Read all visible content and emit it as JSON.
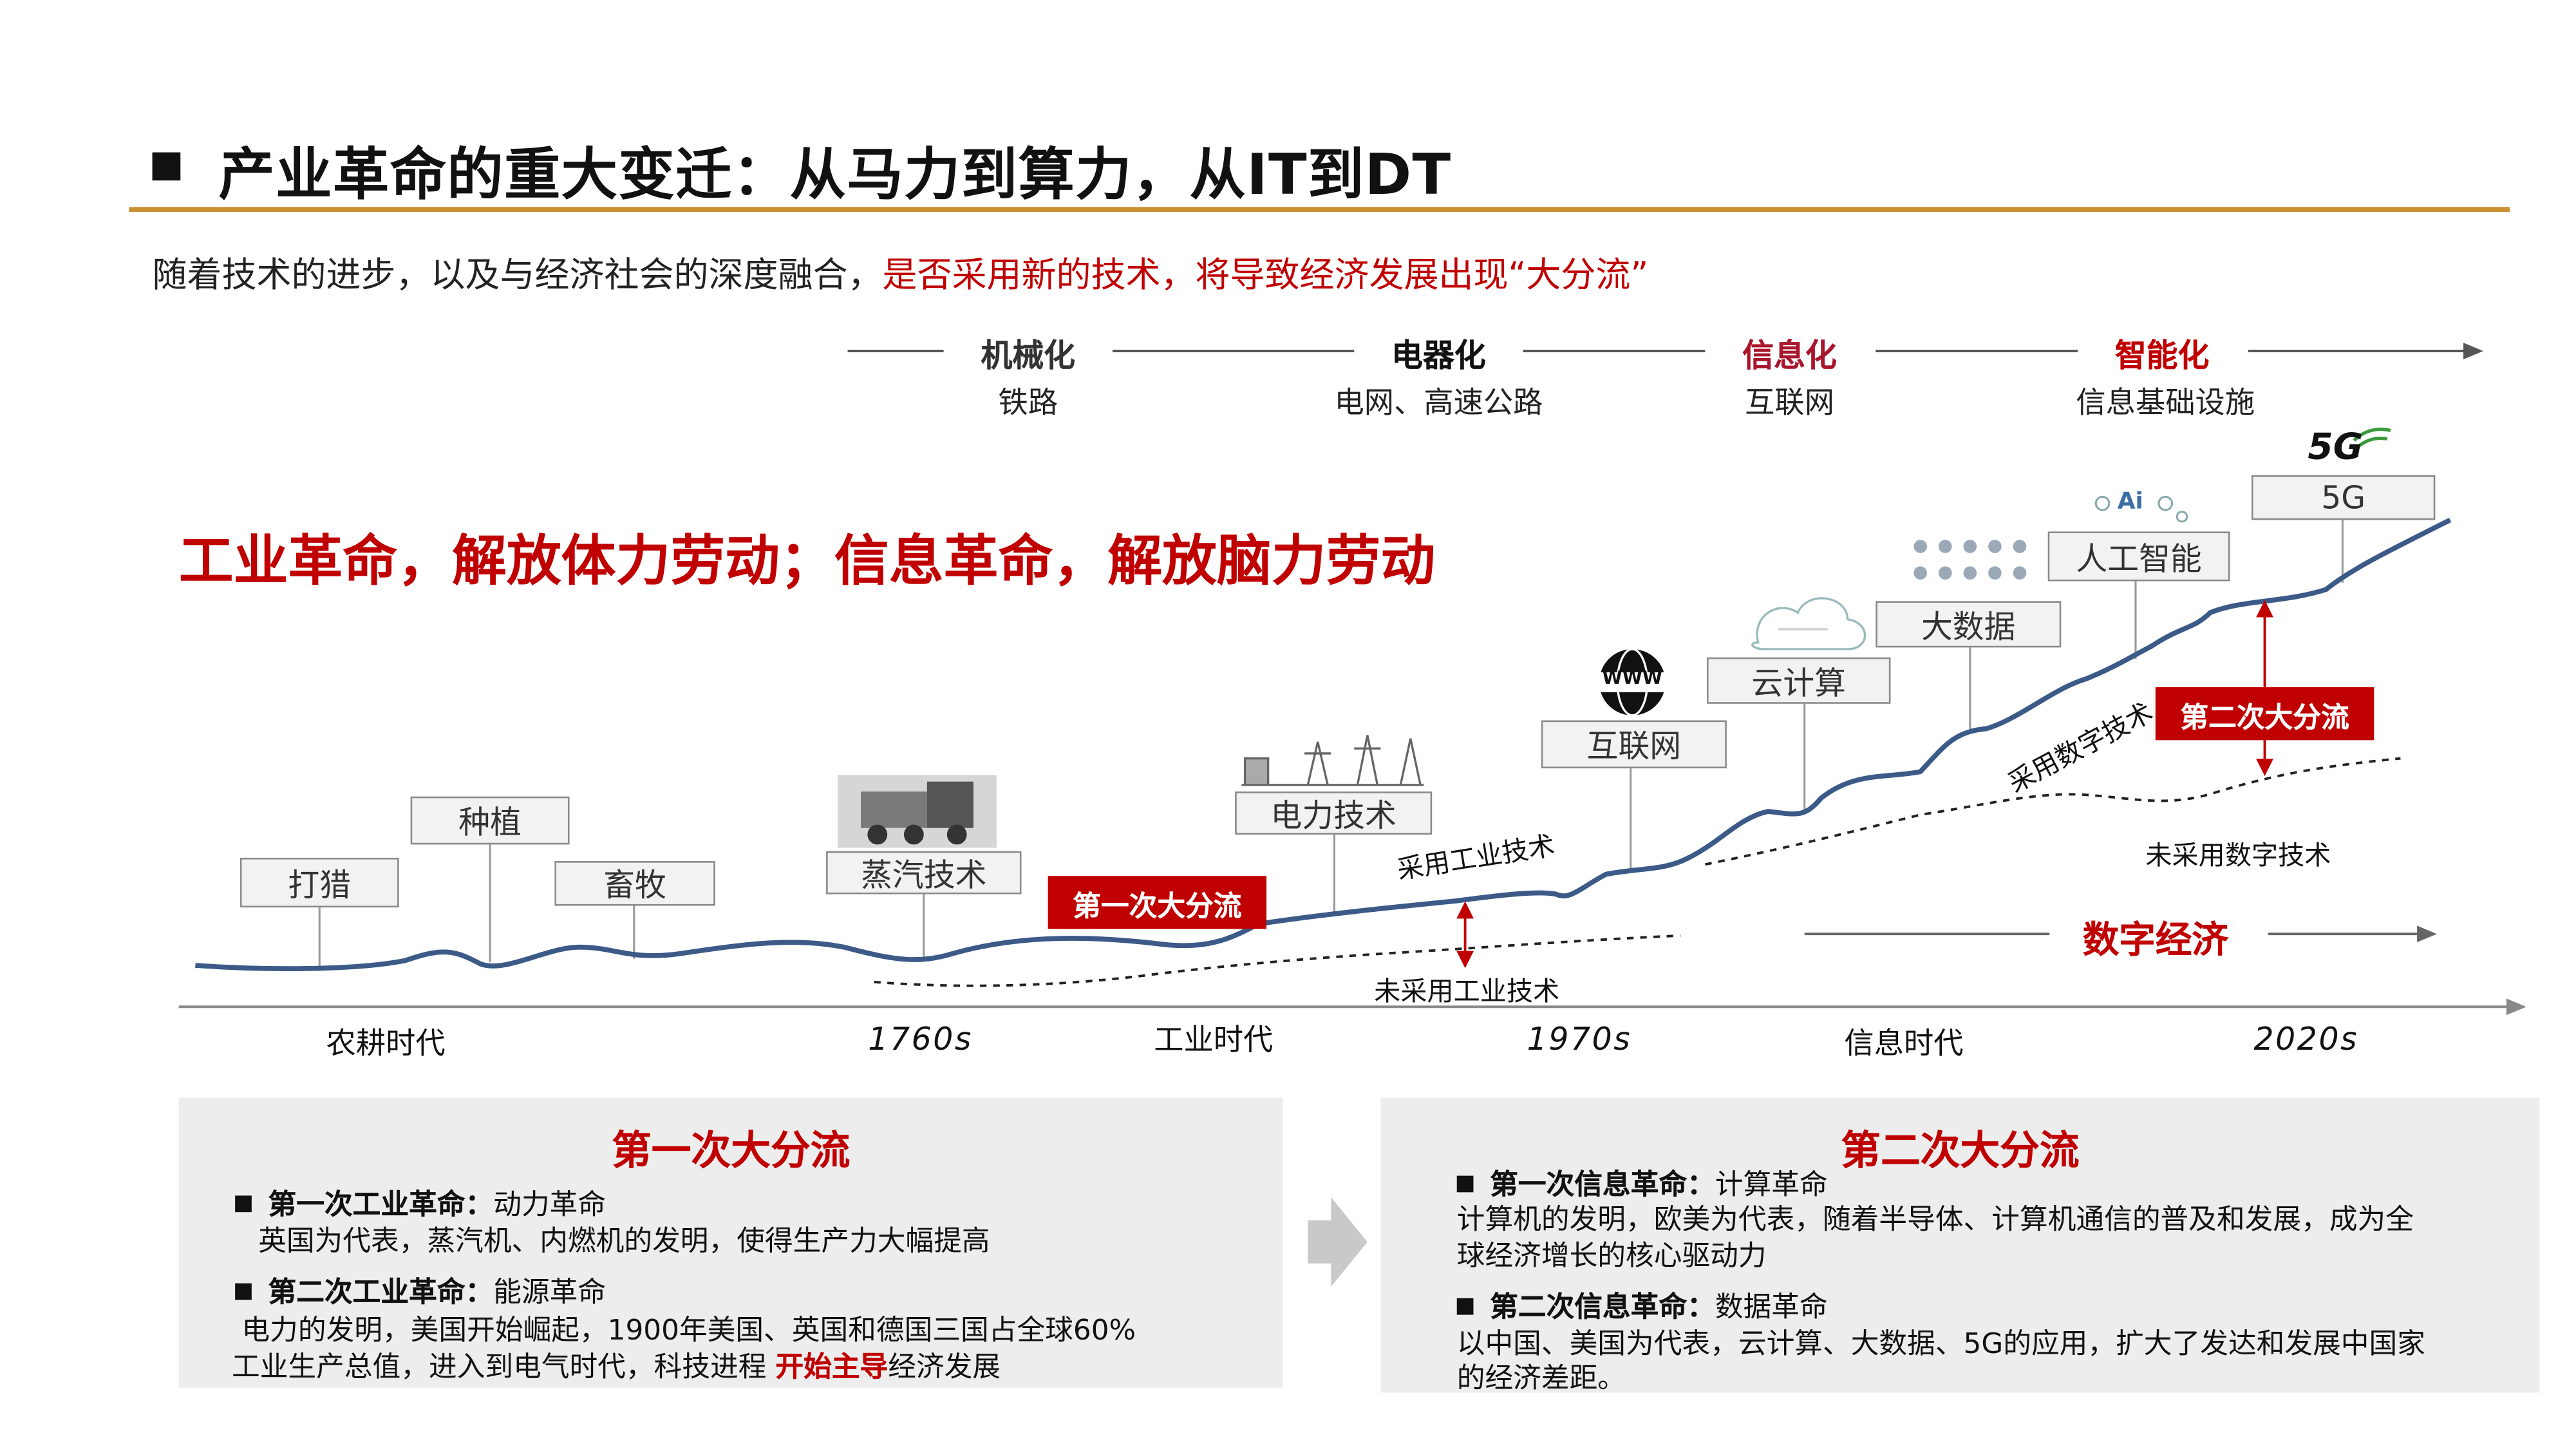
{
  "header": {
    "title": "产业革命的重大变迁：从马力到算力，从IT到DT",
    "intro_plain": "随着技术的进步，以及与经济社会的深度融合，",
    "intro_highlight": "是否采用新的技术，将导致经济发展出现“大分流”"
  },
  "stages": [
    {
      "name": "机械化",
      "sub": "铁路"
    },
    {
      "name": "电器化",
      "sub": "电网、高速公路"
    },
    {
      "name": "信息化",
      "sub": "互联网"
    },
    {
      "name": "智能化",
      "sub": "信息基础设施"
    }
  ],
  "headline": "工业革命，解放体力劳动；信息革命，解放脑力劳动",
  "milestones": {
    "hunting": "打猎",
    "planting": "种植",
    "husbandry": "畜牧",
    "steam": "蒸汽技术",
    "electric": "电力技术",
    "internet": "互联网",
    "cloud": "云计算",
    "bigdata": "大数据",
    "ai": "人工智能",
    "fiveg": "5G"
  },
  "icons": {
    "www": "WWW",
    "fiveg_logo": "5G",
    "ai_logo": "Ai"
  },
  "divergence_tags": {
    "first": "第一次大分流",
    "second": "第二次大分流"
  },
  "curve_labels": {
    "adopt_industrial": "采用工业技术",
    "not_adopt_industrial": "未采用工业技术",
    "adopt_digital": "采用数字技术",
    "not_adopt_digital": "未采用数字技术",
    "digital_economy": "数字经济"
  },
  "timeline": {
    "eras": [
      "农耕时代",
      "工业时代",
      "信息时代"
    ],
    "years": [
      "1760s",
      "1970s",
      "2020s"
    ]
  },
  "panel_left": {
    "title": "第一次大分流",
    "item1_head": "第一次工业革命：",
    "item1_tail": "动力革命",
    "item1_body": "英国为代表，蒸汽机、内燃机的发明，使得生产力大幅提高",
    "item2_head": "第二次工业革命：",
    "item2_tail": "能源革命",
    "item2_body1": "电力的发明，美国开始崛起，1900年美国、英国和德国三国占全球60%",
    "item2_body2_a": "工业生产总值，进入到电气时代，科技进程 ",
    "item2_body2_highlight": "开始主导",
    "item2_body2_b": "经济发展"
  },
  "panel_right": {
    "title": "第二次大分流",
    "item1_head": "第一次信息革命：",
    "item1_tail": "计算革命",
    "item1_body1": "计算机的发明，欧美为代表，随着半导体、计算机通信的普及和发展，成为全",
    "item1_body2": "球经济增长的核心驱动力",
    "item2_head": "第二次信息革命：",
    "item2_tail": "数据革命",
    "item2_body1": "以中国、美国为代表，云计算、大数据、5G的应用，扩大了发达和发展中国家",
    "item2_body2": "的经济差距。"
  },
  "colors": {
    "accent_red": "#c00000",
    "rule_gold": "#c8902e",
    "curve_blue": "#3b5a87",
    "panel_gray": "#ededed"
  }
}
